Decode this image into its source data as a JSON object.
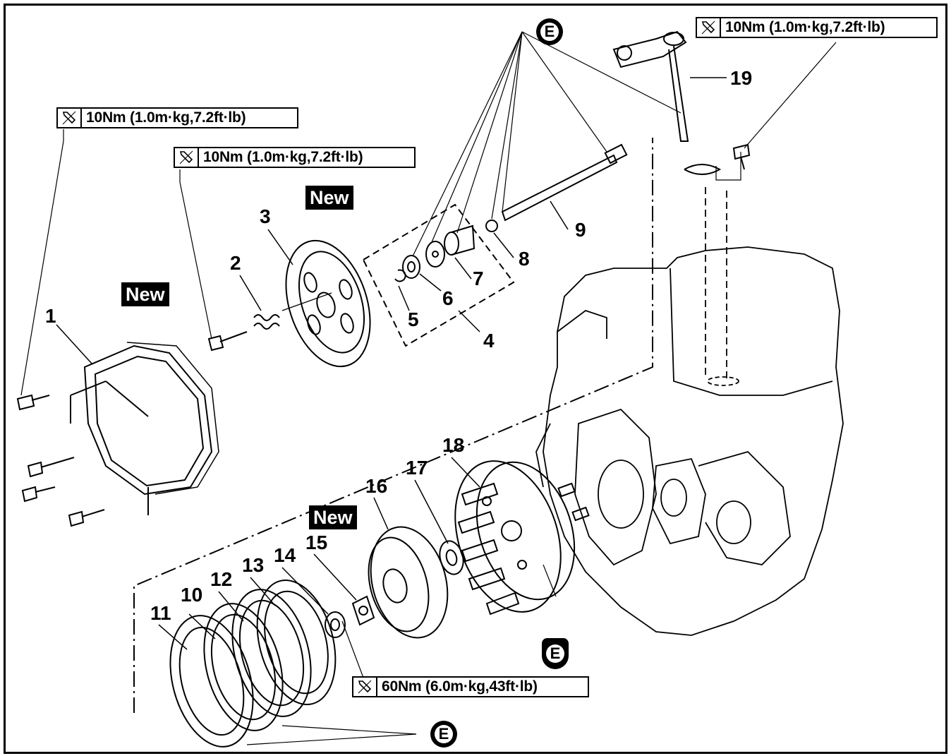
{
  "torque_specs": [
    {
      "id": "t-cover",
      "value": "10Nm (1.0m·kg,7.2ft·lb)"
    },
    {
      "id": "t-spring",
      "value": "10Nm (1.0m·kg,7.2ft·lb)"
    },
    {
      "id": "t-shaft",
      "value": "10Nm (1.0m·kg,7.2ft·lb)"
    },
    {
      "id": "t-nut",
      "value": "60Nm (6.0m·kg,43ft·lb)"
    }
  ],
  "new_tag": "New",
  "oil_symbol": "E",
  "part_numbers": [
    "1",
    "2",
    "3",
    "4",
    "5",
    "6",
    "7",
    "8",
    "9",
    "10",
    "11",
    "12",
    "13",
    "14",
    "15",
    "16",
    "17",
    "18",
    "19"
  ],
  "icons": [
    "wrench-torque-icon",
    "engine-oil-icon"
  ]
}
